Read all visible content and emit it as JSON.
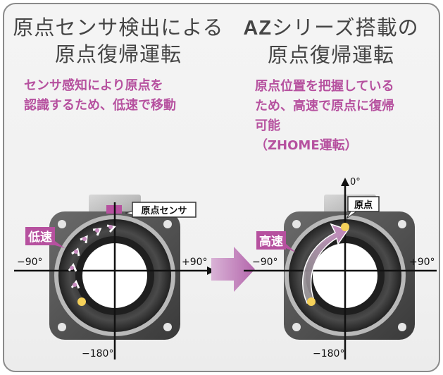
{
  "left": {
    "title_line1": "原点センサ検出による",
    "title_line2": "原点復帰運転",
    "desc_line1": "センサ感知により原点を",
    "desc_line2": "認識するため、低速で移動"
  },
  "right": {
    "title_brand": "AZ",
    "title_line1_rest": "シリーズ搭載の",
    "title_line2": "原点復帰運転",
    "desc_line1": "原点位置を把握している",
    "desc_line2": "ため、高速で原点に復帰",
    "desc_line3": "可能",
    "desc_line4": "（ZHOME運転）"
  },
  "left_diagram": {
    "speed_label": "低速",
    "sensor_label": "原点センサ",
    "axis_left": "−90°",
    "axis_right": "+90°",
    "axis_bottom": "−180°"
  },
  "right_diagram": {
    "speed_label": "高速",
    "origin_label": "原点",
    "axis_top": "0°",
    "axis_left": "−90°",
    "axis_right": "+90°",
    "axis_bottom": "−180°"
  },
  "colors": {
    "accent": "#b6519f",
    "dot": "#f5d15a",
    "arrow": "#c88cc0"
  }
}
